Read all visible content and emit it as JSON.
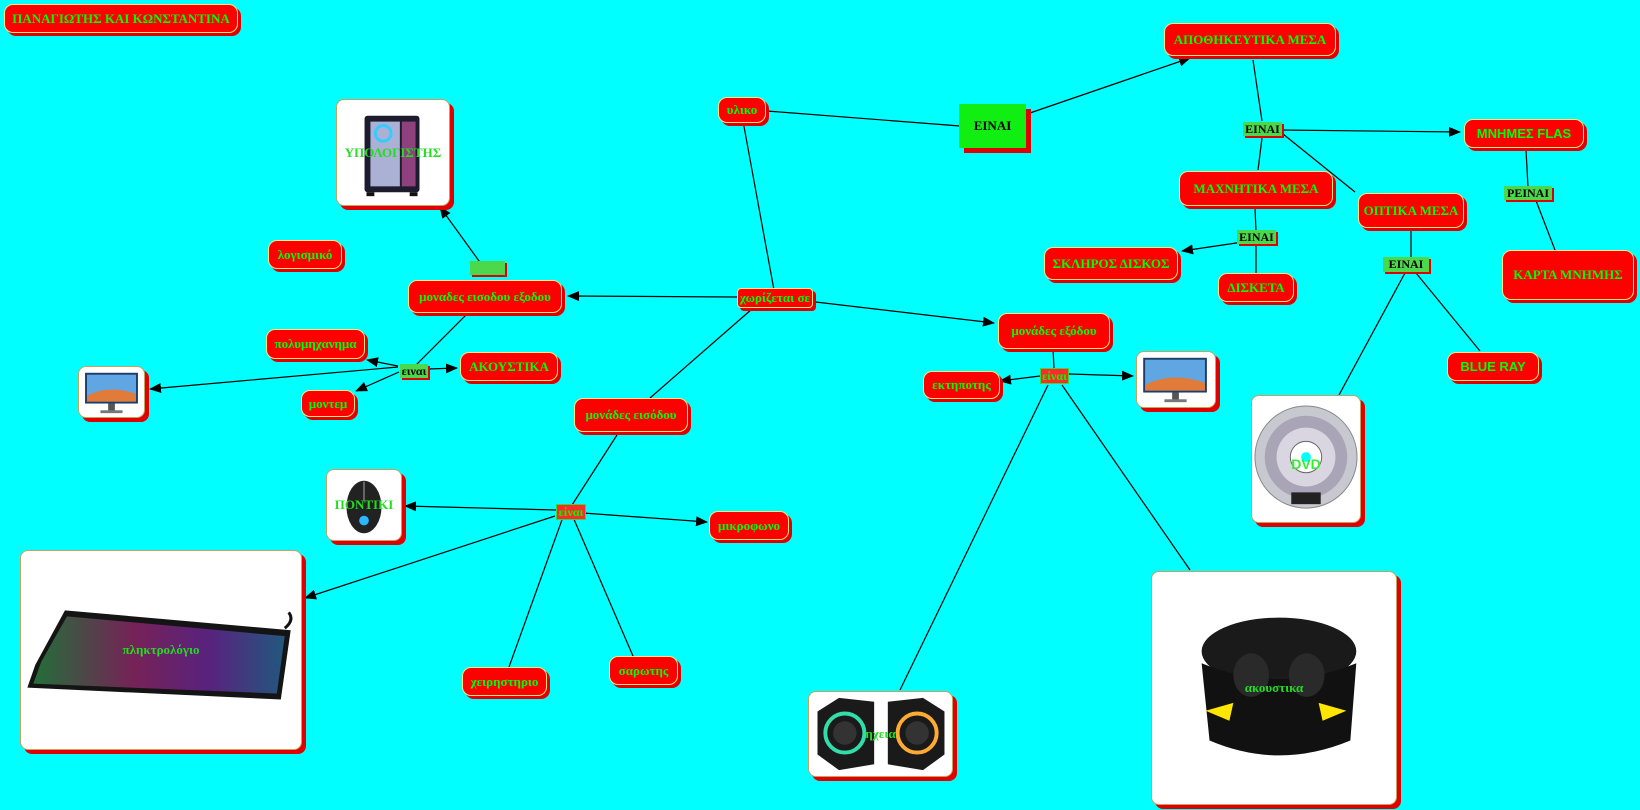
{
  "title": "ΠΑΝΑΓΙΩΤΗΣ ΚΑΙ ΚΩΝΣΤΑΝΤΙΝΑ",
  "nodes": {
    "yliko": "υλικο",
    "xorizetai": "χωρίζεται σε",
    "logismiko": "λογισμικό",
    "monades_eisodou_exodou": "μοναδες εισοδου εξοδου",
    "polymixanima": "πολυμηχανημα",
    "akoustika_upper": "ΑΚΟΥΣΤΙΚΑ",
    "montem": "μοντεμ",
    "monades_eisodou": "μονάδες εισόδου",
    "mikrofono": "μικροφωνο",
    "xeiristirio": "χειρηστηριο",
    "sarotis": "σαρωτης",
    "monades_exodou": "μονάδες εξόδου",
    "ektypotis": "εκτηποτης",
    "apothikeftika": "ΑΠΟΘΗΚΕΥΤΙΚΑ ΜΕΣΑ",
    "mnimes_flash": "ΜΝΗΜΕΣ  FLAS",
    "magnitika": "ΜΑΧΝΗΤΙΚΑ  ΜΕΣΑ",
    "optika": "ΟΠΤΙΚΑ ΜΕΣΑ",
    "skliros": "ΣΚΛΗΡΟΣ ΔΙΣΚΟΣ",
    "disketa": "ΔΙΣΚΕΤΑ",
    "karta": "ΚΑΡΤΑ ΜΝΗΜΗΣ",
    "blueray": "BLUE RAY"
  },
  "link_labels": {
    "einai_big": "ΕΙΝΑΙ",
    "einai_store": "ΕΙΝΑΙ",
    "einai_mag": "ΕΙΝΑΙ",
    "einai_opt": "ΕΙΝΑΙ",
    "reinai": "ΡΕΙΝΑΙ",
    "einai_io": "ειναι",
    "einai_in": "είναι",
    "einai_out": "είναι"
  },
  "image_nodes": {
    "ypologistis": "ΥΠΟΛΟΓΙΣΤΗΣ",
    "pontiki": "ΠΟΝΤΙΚΙ",
    "pliktrologio": "πληκτρολόγιο",
    "ixeia": "ηχεια",
    "akoustika_lower": "ακουστικα",
    "dvd": "DVD"
  },
  "colors": {
    "background": "#00ffff",
    "node": "#ff0000",
    "node_text": "#00ff00",
    "label": "#4cd84c"
  }
}
